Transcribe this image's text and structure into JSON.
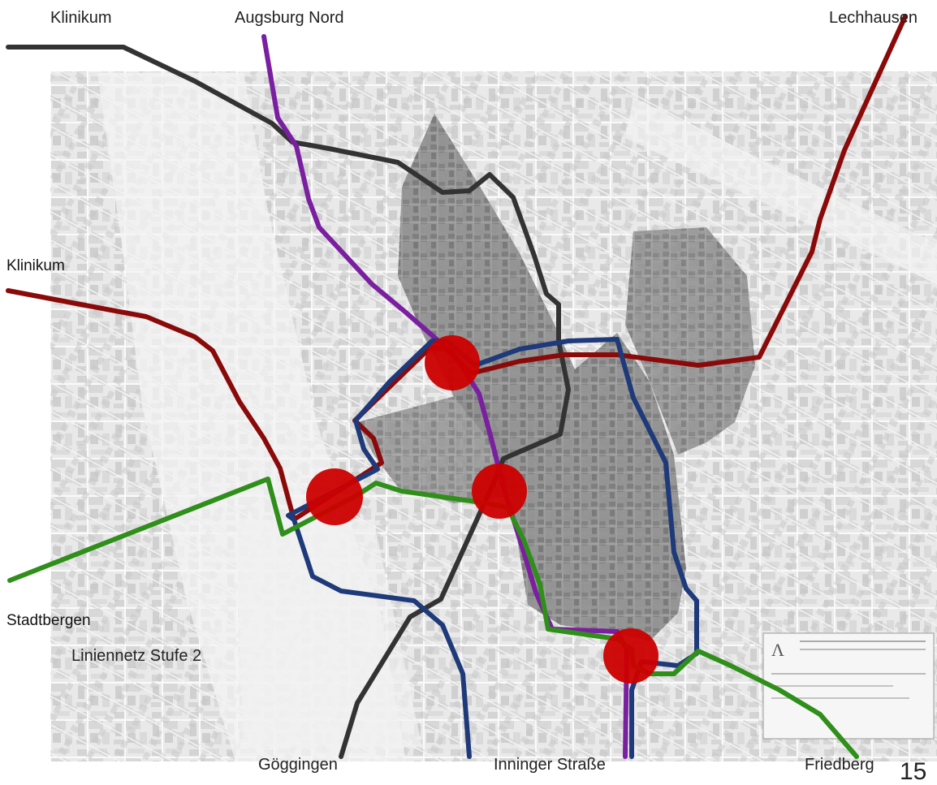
{
  "labels": {
    "top_left": "Klinikum",
    "top_center": "Augsburg Nord",
    "top_right": "Lechhausen",
    "left_upper": "Klinikum",
    "left_lower": "Stadtbergen",
    "bottom_left": "Göggingen",
    "bottom_center": "Inninger Straße",
    "bottom_right": "Friedberg",
    "map_caption": "Liniennetz Stufe 2",
    "page_number": "15"
  },
  "lines": [
    {
      "name": "black-line",
      "color": "#333333"
    },
    {
      "name": "purple-line",
      "color": "#7a1fa0"
    },
    {
      "name": "red-line",
      "color": "#8a0a0a"
    },
    {
      "name": "blue-line",
      "color": "#1f3a7a"
    },
    {
      "name": "green-line",
      "color": "#2f8f1a"
    }
  ],
  "stations": {
    "color": "#cc0000",
    "count": 4
  }
}
